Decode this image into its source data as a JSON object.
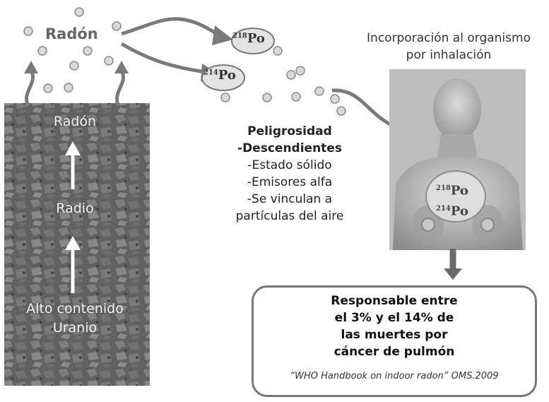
{
  "top": {
    "radon_label": "Radón"
  },
  "soil": {
    "radon": "Radón",
    "radio": "Radio",
    "high": "Alto contenido",
    "uranio": "Uranio"
  },
  "isotopes": {
    "po218": {
      "mass": "218",
      "symbol": "Po"
    },
    "po214": {
      "mass": "214",
      "symbol": "Po"
    }
  },
  "danger": {
    "title": "Peligrosidad",
    "subtitle": "-Descendientes",
    "items": [
      "-Estado sólido",
      "-Emisores alfa",
      "-Se vinculan a",
      "partículas del aire"
    ]
  },
  "incorporation": {
    "line1": "Incorporación al organismo",
    "line2": "por inhalación"
  },
  "result": {
    "lines": [
      "Responsable entre",
      "el 3% y el 14% de",
      "las muertes por",
      "cáncer de pulmón"
    ],
    "citation": "“WHO Handbook on indoor  radon” OMS.2009"
  },
  "colors": {
    "particle_fill": "#d9d9d9",
    "particle_stroke": "#8a8a8a",
    "arrow": "#7a7a7a",
    "soil": "#5f5f5f"
  }
}
